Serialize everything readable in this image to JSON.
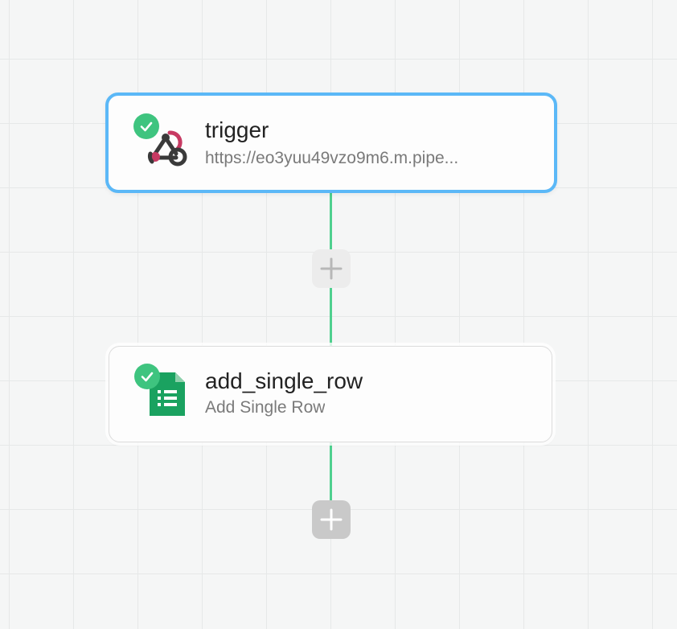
{
  "workflow": {
    "steps": [
      {
        "name": "trigger",
        "subtitle": "https://eo3yuu49vzo9m6.m.pipe...",
        "icon": "webhook-icon",
        "status": "success",
        "selected": true
      },
      {
        "name": "add_single_row",
        "subtitle": "Add Single Row",
        "icon": "google-sheets-icon",
        "status": "success",
        "selected": false
      }
    ]
  },
  "colors": {
    "canvas_bg": "#f5f6f6",
    "connector": "#4fd08f",
    "selected_border": "#5bb8f7",
    "check_badge": "#3ec47f",
    "sheets_green": "#1aa260",
    "webhook_red": "#c73a63",
    "webhook_dark": "#3a3a3a"
  }
}
